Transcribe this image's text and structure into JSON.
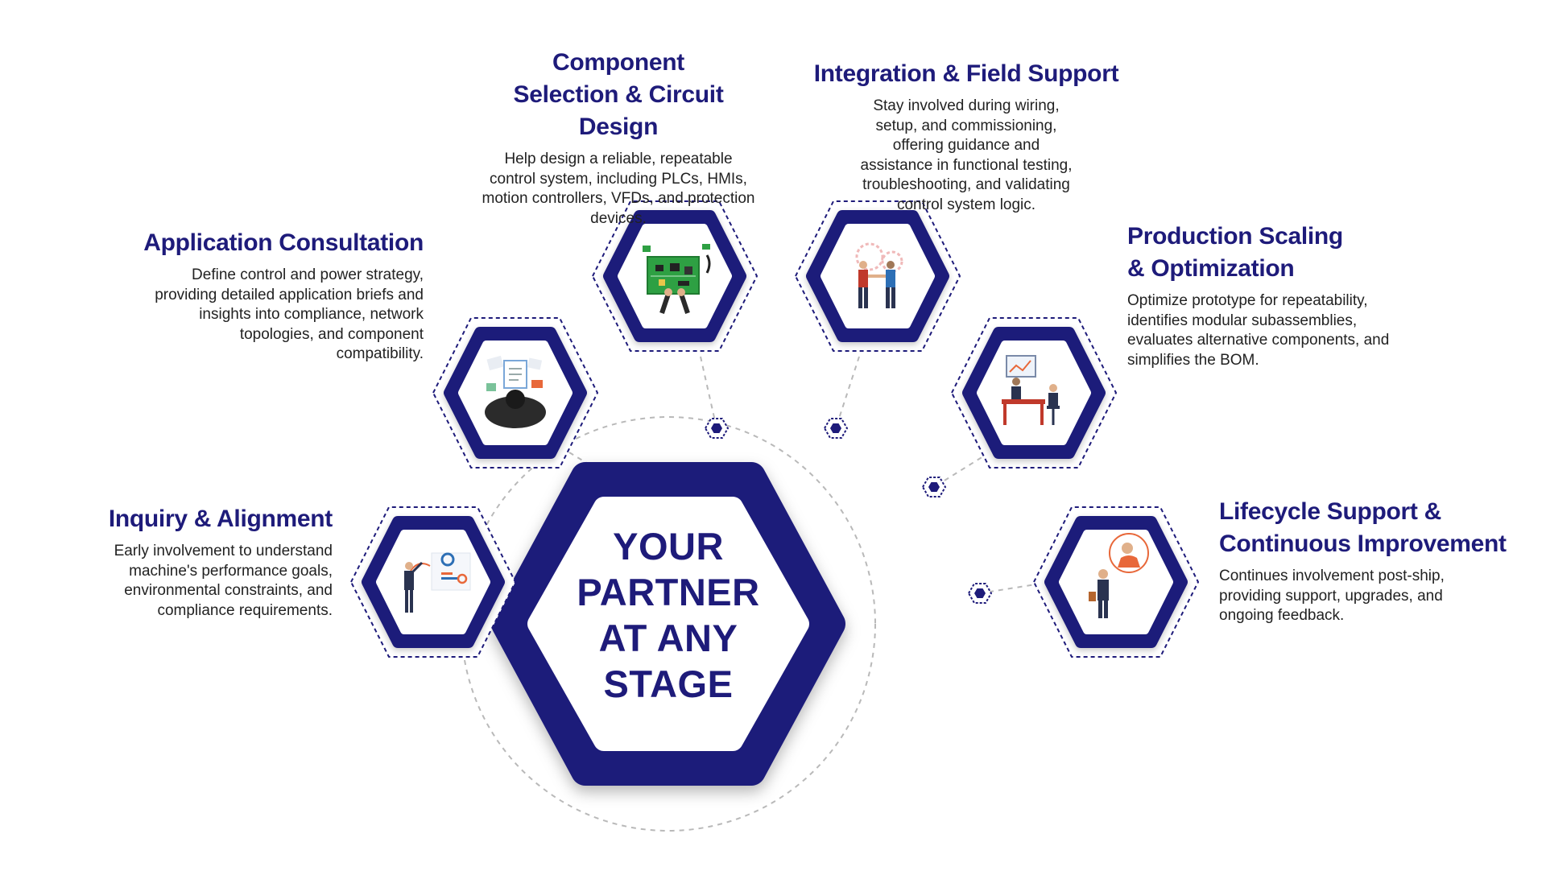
{
  "center": {
    "lines": [
      "YOUR",
      "PARTNER",
      "AT ANY",
      "STAGE"
    ]
  },
  "stages": [
    {
      "id": "inquiry",
      "title": "Inquiry & Alignment",
      "description": "Early involvement to understand machine's performance goals, environmental constraints, and compliance requirements.",
      "icon": "presentation-chart-icon"
    },
    {
      "id": "application",
      "title": "Application Consultation",
      "description": "Define control and power strategy, providing detailed application briefs and insights into compliance, network topologies, and component compatibility.",
      "icon": "desk-documents-icon"
    },
    {
      "id": "component",
      "title": "Component Selection & Circuit Design",
      "description": "Help design a reliable, repeatable control system, including PLCs, HMIs, motion controllers, VFDs, and protection devices.",
      "icon": "circuit-board-icon"
    },
    {
      "id": "integration",
      "title": "Integration & Field Support",
      "description": "Stay involved during wiring, setup, and commissioning, offering guidance and assistance in functional testing, troubleshooting, and validating control system logic.",
      "icon": "handshake-gears-icon"
    },
    {
      "id": "production",
      "title": "Production Scaling & Optimization",
      "description": "Optimize prototype for repeatability, identifies modular subassemblies, evaluates alternative components, and simplifies the BOM.",
      "icon": "meeting-whiteboard-icon"
    },
    {
      "id": "lifecycle",
      "title": "Lifecycle Support & Continuous Improvement",
      "description": "Continues involvement post-ship, providing support, upgrades, and ongoing feedback.",
      "icon": "support-call-icon"
    }
  ],
  "colors": {
    "navy": "#1e1b7a",
    "text": "#222222",
    "dashed": "#b9b9b9",
    "accent_orange": "#e8683a",
    "accent_green": "#2ea043",
    "accent_blue": "#2d6fb5"
  }
}
